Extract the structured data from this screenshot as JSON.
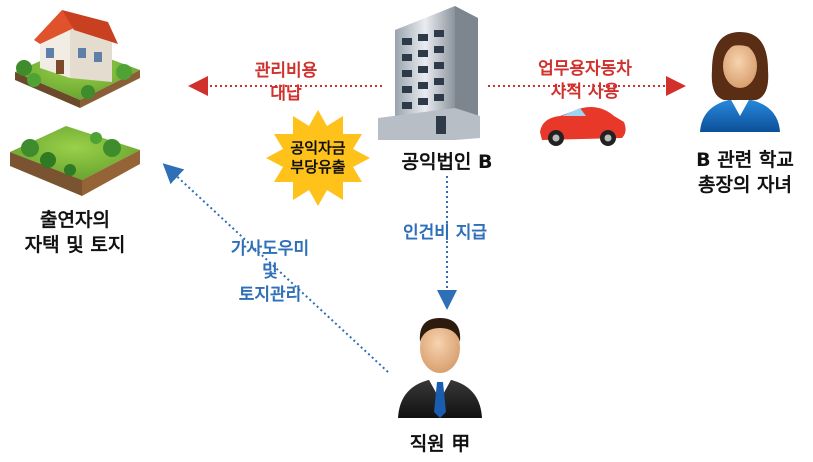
{
  "nodes": {
    "public_corp": "공익법인 B",
    "house_land": [
      "출연자의",
      "자택 및 토지"
    ],
    "child": [
      "B 관련 학교",
      "총장의 자녀"
    ],
    "employee": "직원 甲"
  },
  "edges": {
    "management_cost": [
      "관리비용",
      "대납"
    ],
    "company_car": [
      "업무용자동차",
      "사적 사용"
    ],
    "labor_cost": "인건비 지급",
    "housework": [
      "가사도우미",
      "및",
      "토지관리"
    ]
  },
  "burst": [
    "공익자금",
    "부당유출"
  ],
  "colors": {
    "red": "#d0312d",
    "blue": "#2f6fb8",
    "burst": "#ffc21a"
  }
}
